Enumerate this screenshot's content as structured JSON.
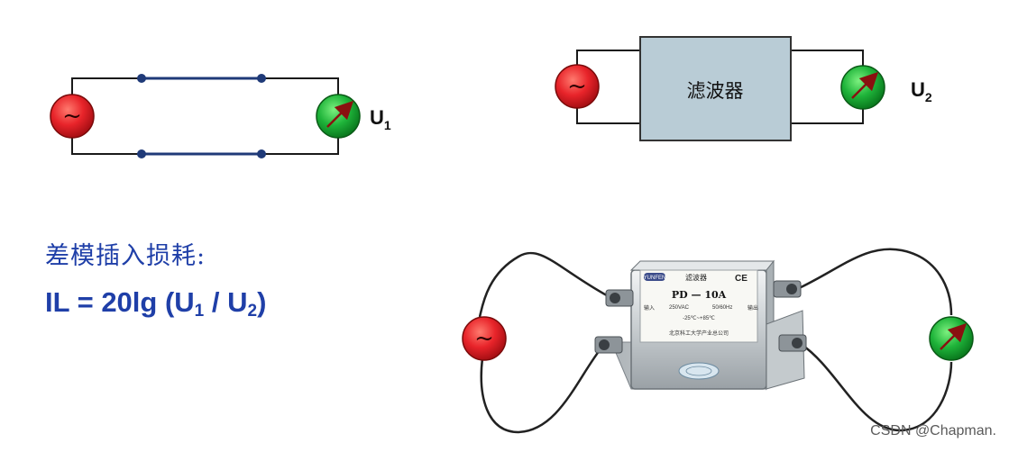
{
  "diagram": {
    "direct_circuit": {
      "meter_label": "U",
      "meter_subscript": "1"
    },
    "filter_circuit": {
      "filter_label": "滤波器",
      "meter_label": "U",
      "meter_subscript": "2"
    },
    "photo": {
      "brand_badge": "YUNFEN",
      "product_type": "滤波器",
      "cert_mark": "CE",
      "model": "PD — 10A",
      "left_tag": "输入",
      "right_tag": "输出",
      "rating_1": "250VAC",
      "rating_2": "50/60Hz",
      "temp_range": "-25℃~+85℃",
      "maker": "北京科工大学产业总公司"
    },
    "source_symbol": "~"
  },
  "formula": {
    "title": "差模插入损耗:",
    "prefix": "IL = 20lg (U",
    "sub1": "1",
    "middle": " / U",
    "sub2": "2",
    "suffix": ")"
  },
  "watermark": "CSDN @Chapman.",
  "colors": {
    "wire": "#1a1a1a",
    "dot": "#1f3a78",
    "source": "#e8242a",
    "meter": "#1fb43a",
    "filter_box": "#b9ccd6",
    "text_blue": "#1f3fa8"
  }
}
